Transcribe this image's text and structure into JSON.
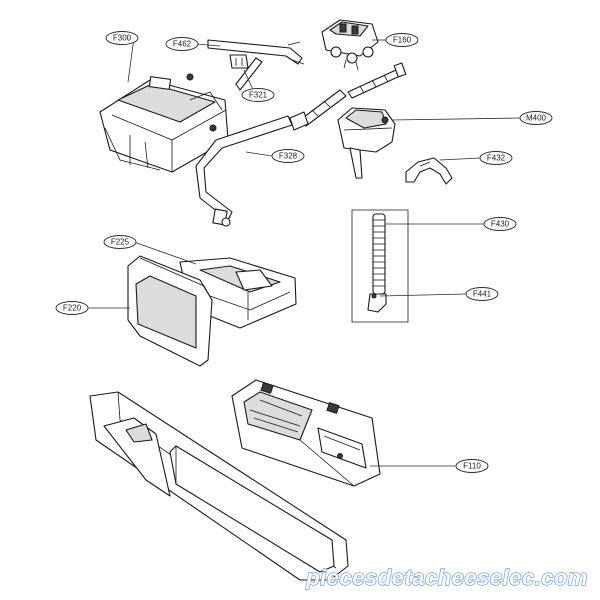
{
  "diagram": {
    "labels": [
      {
        "id": "F300",
        "text": "F300"
      },
      {
        "id": "F462",
        "text": "F462"
      },
      {
        "id": "F160",
        "text": "F160"
      },
      {
        "id": "F321",
        "text": "F321"
      },
      {
        "id": "M400",
        "text": "M400"
      },
      {
        "id": "F328",
        "text": "F328"
      },
      {
        "id": "F432",
        "text": "F432"
      },
      {
        "id": "F430",
        "text": "F430"
      },
      {
        "id": "F225",
        "text": "F225"
      },
      {
        "id": "F441",
        "text": "F441"
      },
      {
        "id": "F220",
        "text": "F220"
      },
      {
        "id": "F110",
        "text": "F110"
      }
    ]
  },
  "watermark": {
    "text": "piecesdetacheeselec.com"
  },
  "colors": {
    "line": "#1a1a1a",
    "watermark_outline": "#5a8ed6",
    "background": "#ffffff"
  }
}
